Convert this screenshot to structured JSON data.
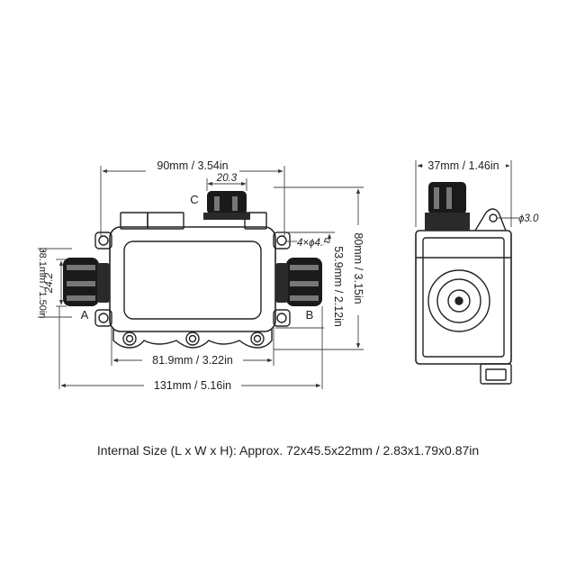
{
  "dimensions": {
    "top_width": "90mm / 3.54in",
    "gland_c_width": "20.3",
    "side_height": "38.1mm / 1.50in",
    "gland_dia": "24.2",
    "mount_holes": "4×ϕ4.5",
    "total_height": "80mm / 3.15in",
    "inner_height": "53.9mm / 2.12in",
    "inner_width": "81.9mm / 3.22in",
    "total_width": "131mm / 5.16in",
    "side_depth": "37mm / 1.46in",
    "hole_dia": "ϕ3.0"
  },
  "labels": {
    "port_a": "A",
    "port_b": "B",
    "port_c": "C"
  },
  "caption": "Internal Size (L x W x H): Approx. 72x45.5x22mm / 2.83x1.79x0.87in"
}
